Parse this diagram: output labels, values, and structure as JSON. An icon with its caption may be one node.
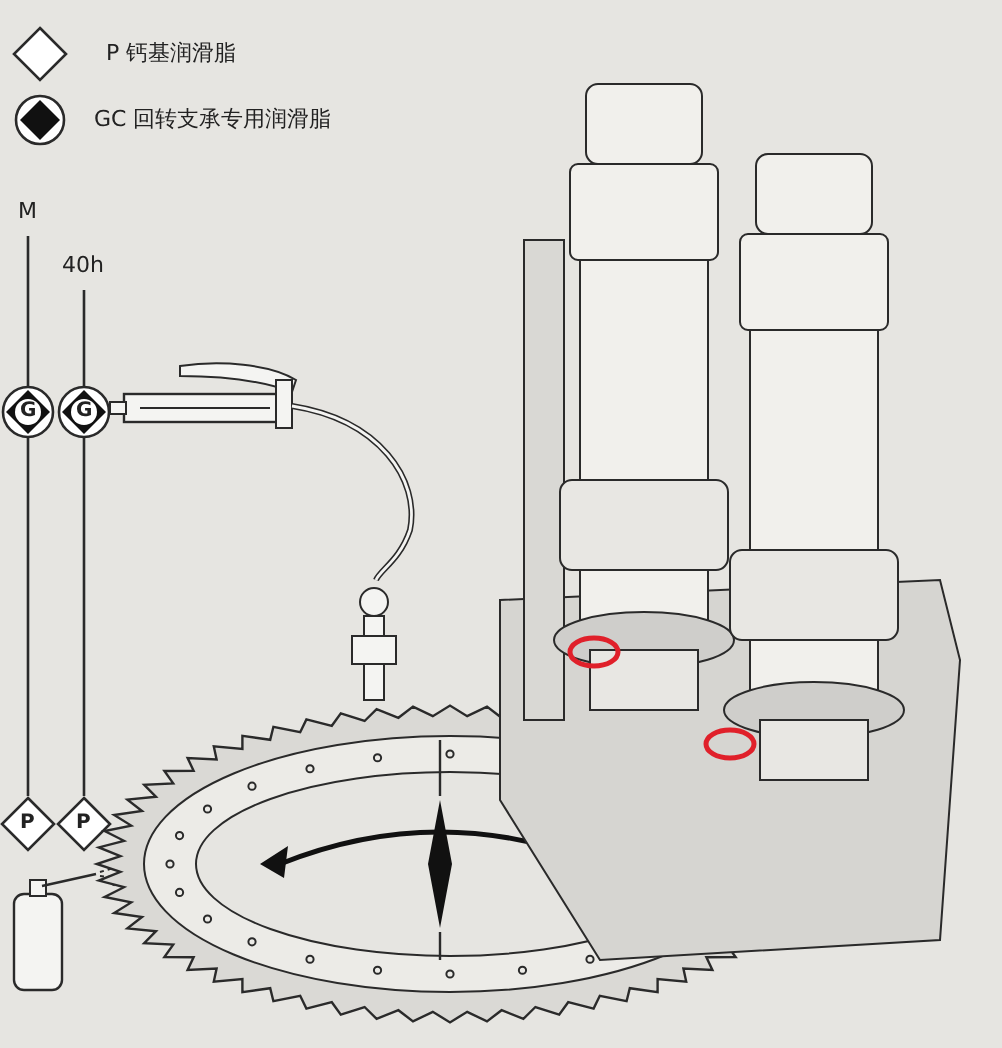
{
  "diagram": {
    "labels": [
      "M",
      "40h",
      "G",
      "G",
      "P",
      "P"
    ],
    "legend": [
      {
        "text": "P 钙基润滑脂"
      },
      {
        "text": "GC 回转支承专用润滑脂"
      }
    ]
  }
}
